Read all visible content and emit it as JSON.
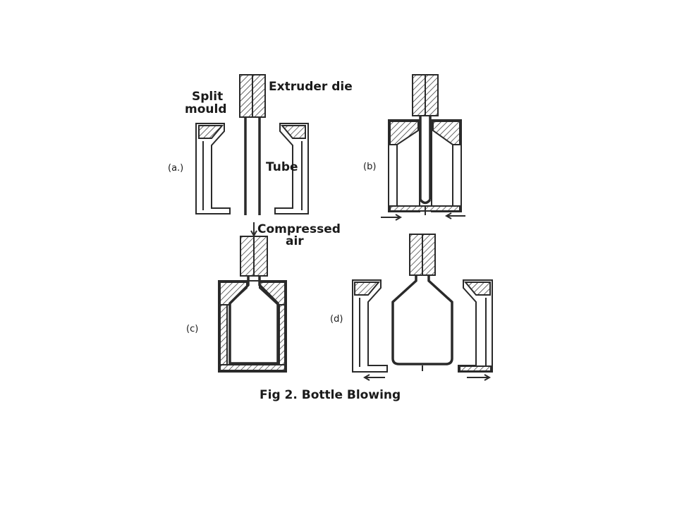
{
  "labels": {
    "split_mould": [
      "Split",
      "mould"
    ],
    "extruder_die": "Extruder die",
    "tube": "Tube",
    "compressed_air": [
      "Compressed",
      "air"
    ]
  },
  "stages": {
    "a": "(a.)",
    "b": "(b)",
    "c": "(c)",
    "d": "(d)"
  },
  "caption": "Fig 2. Bottle Blowing"
}
